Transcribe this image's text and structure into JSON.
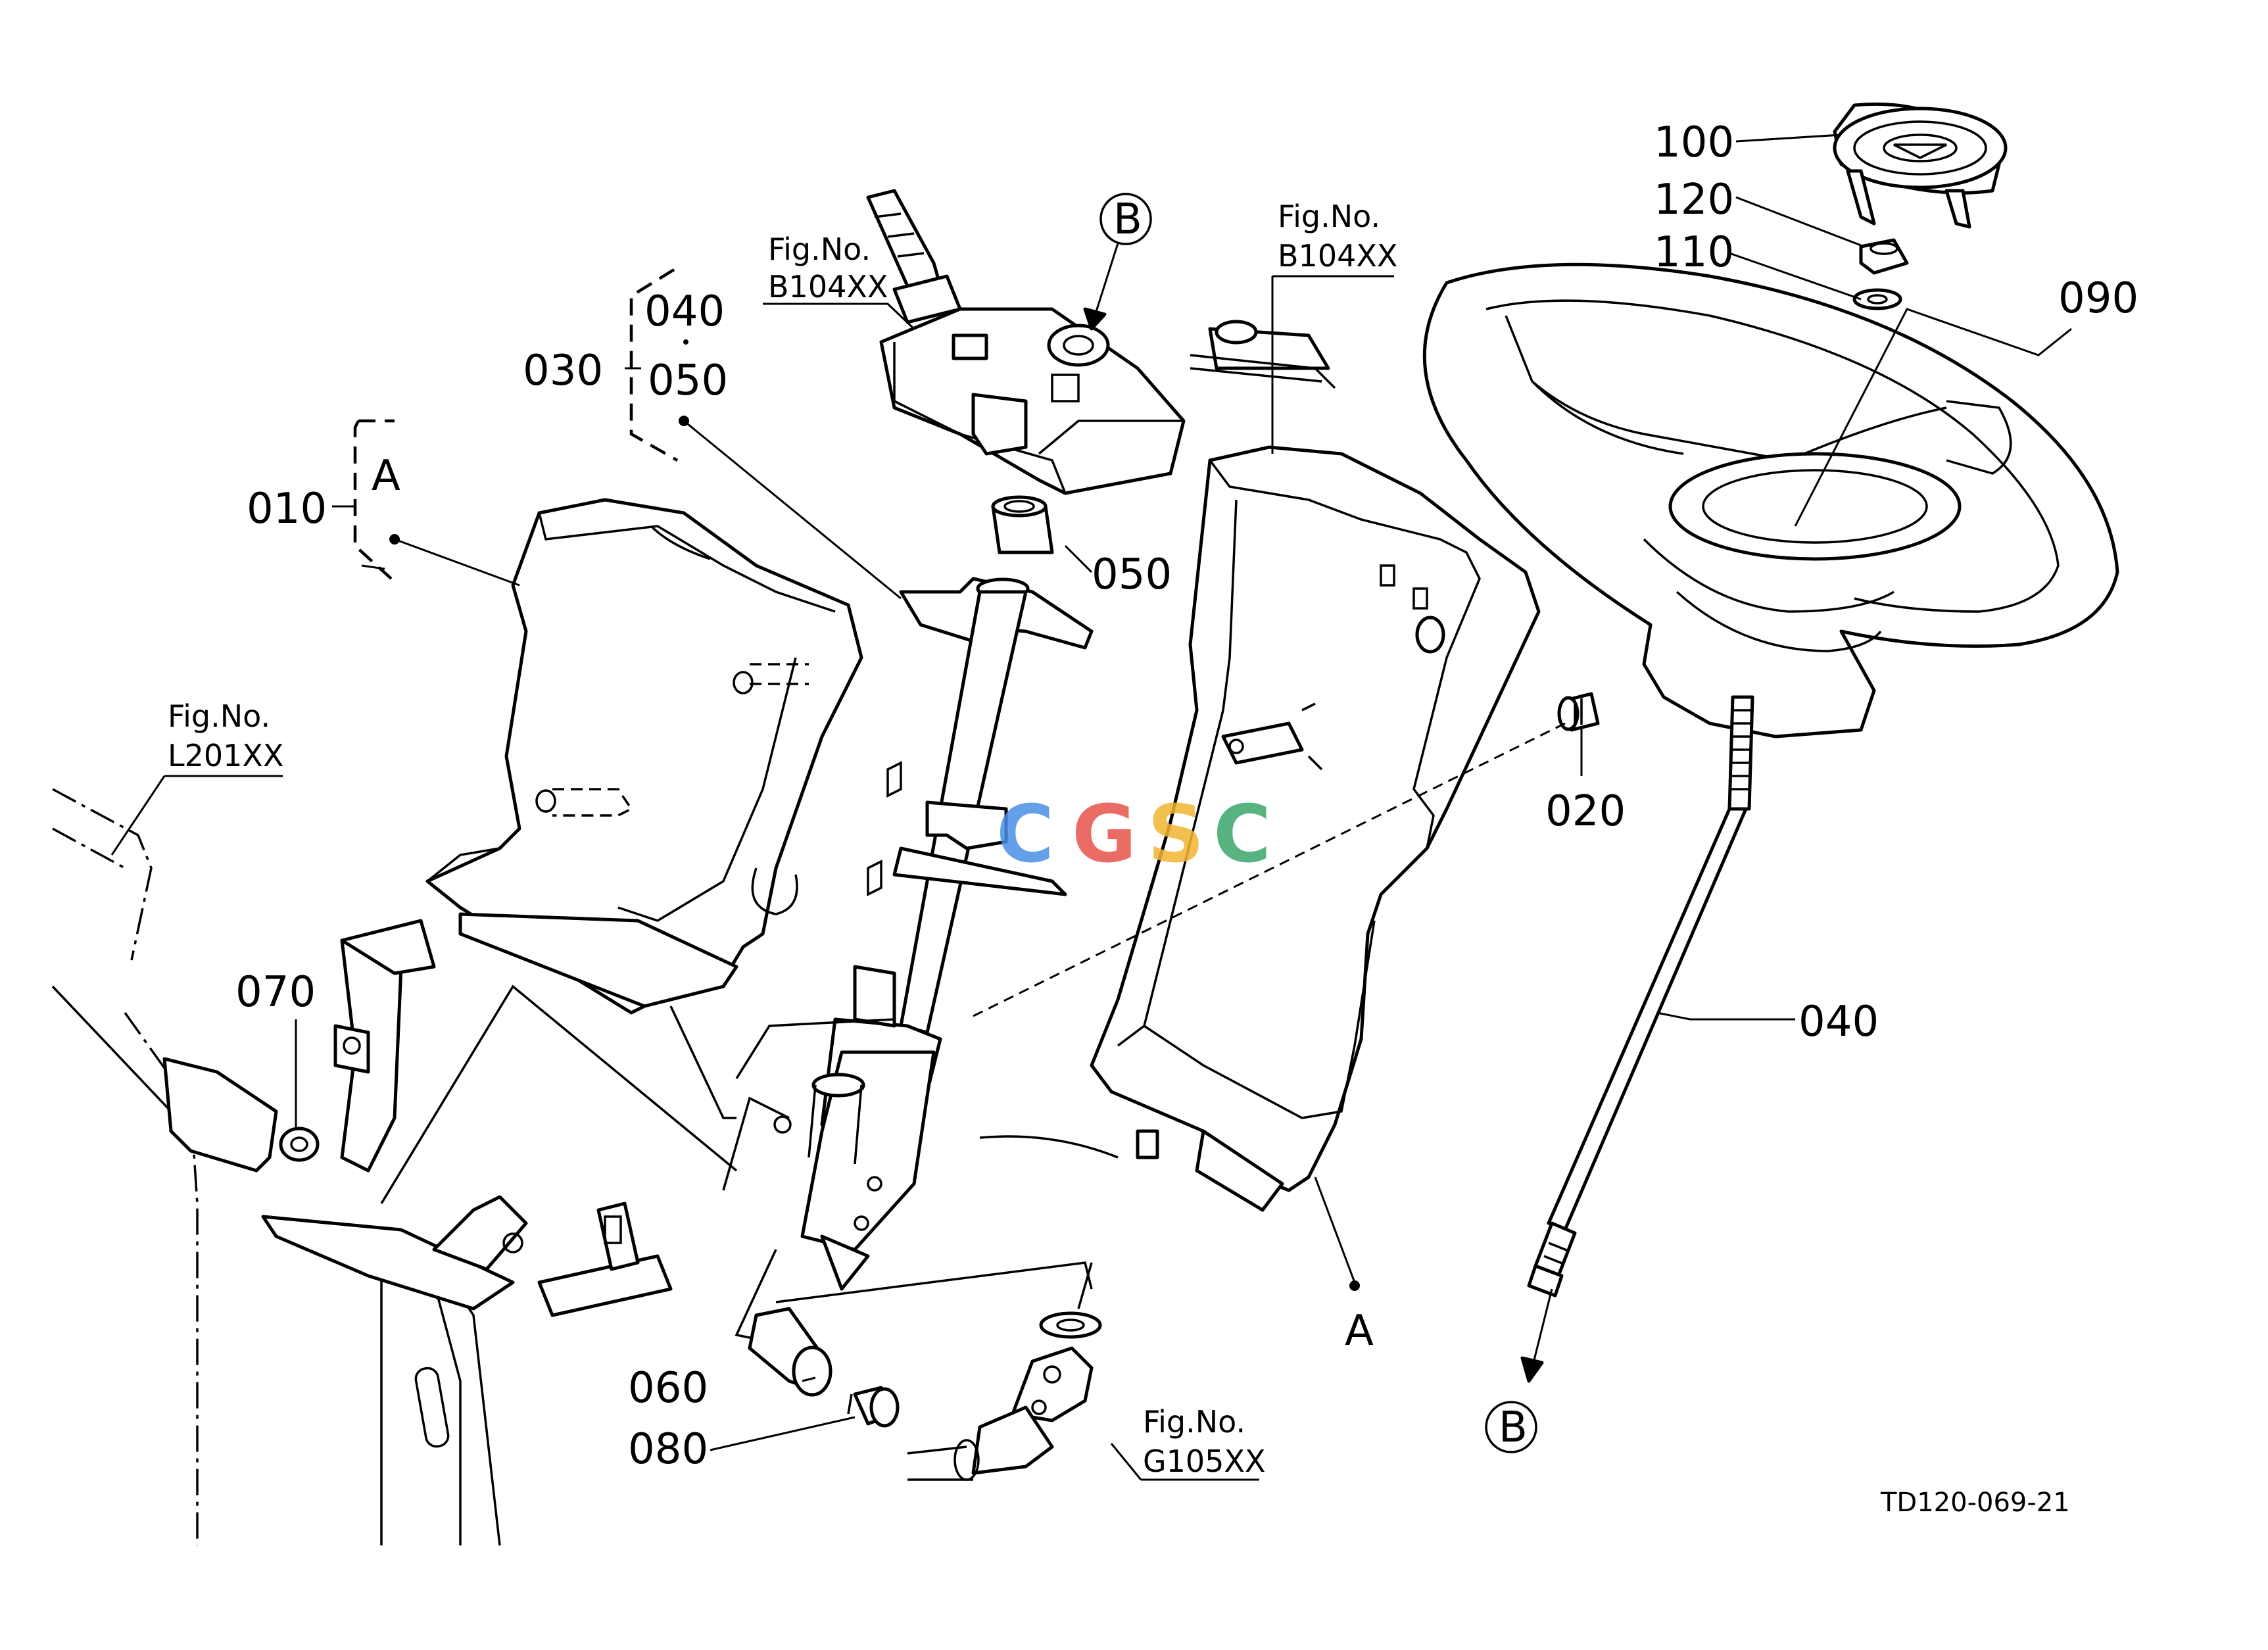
{
  "diagram": {
    "drawing_code": "TD120-069-21",
    "watermark": [
      "C",
      "G",
      "S",
      "C"
    ],
    "watermark_colors": [
      "#4a8fe6",
      "#e8534a",
      "#f2b632",
      "#3aa86c"
    ],
    "callouts": {
      "p100": "100",
      "p120": "120",
      "p110": "110",
      "p090": "090",
      "p040_top": "040",
      "p050_top": "050",
      "p030": "030",
      "p010": "010",
      "p050": "050",
      "p020": "020",
      "p040": "040",
      "p070": "070",
      "p060": "060",
      "p080": "080"
    },
    "markers": {
      "a_top": "A",
      "a_bottom": "A",
      "b_top": "B",
      "b_bottom": "B"
    },
    "fig_refs": {
      "switch": {
        "label": "Fig.No.",
        "number": "B104XX"
      },
      "panel": {
        "label": "Fig.No.",
        "number": "B104XX"
      },
      "frame": {
        "label": "Fig.No.",
        "number": "L201XX"
      },
      "joint": {
        "label": "Fig.No.",
        "number": "G105XX"
      }
    }
  }
}
